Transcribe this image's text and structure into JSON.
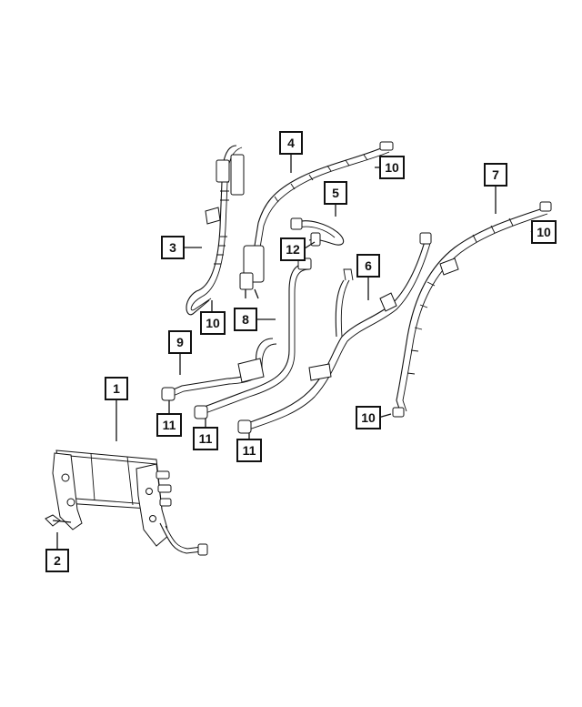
{
  "callouts": [
    {
      "id": "c1",
      "label": "1"
    },
    {
      "id": "c2",
      "label": "2"
    },
    {
      "id": "c3",
      "label": "3"
    },
    {
      "id": "c4",
      "label": "4"
    },
    {
      "id": "c5",
      "label": "5"
    },
    {
      "id": "c6",
      "label": "6"
    },
    {
      "id": "c7",
      "label": "7"
    },
    {
      "id": "c8",
      "label": "8"
    },
    {
      "id": "c9",
      "label": "9"
    },
    {
      "id": "c10a",
      "label": "10"
    },
    {
      "id": "c10b",
      "label": "10"
    },
    {
      "id": "c10c",
      "label": "10"
    },
    {
      "id": "c10d",
      "label": "10"
    },
    {
      "id": "c11a",
      "label": "11"
    },
    {
      "id": "c11b",
      "label": "11"
    },
    {
      "id": "c11c",
      "label": "11"
    },
    {
      "id": "c12",
      "label": "12"
    }
  ],
  "colors": {
    "line": "#111111",
    "background": "#ffffff"
  }
}
